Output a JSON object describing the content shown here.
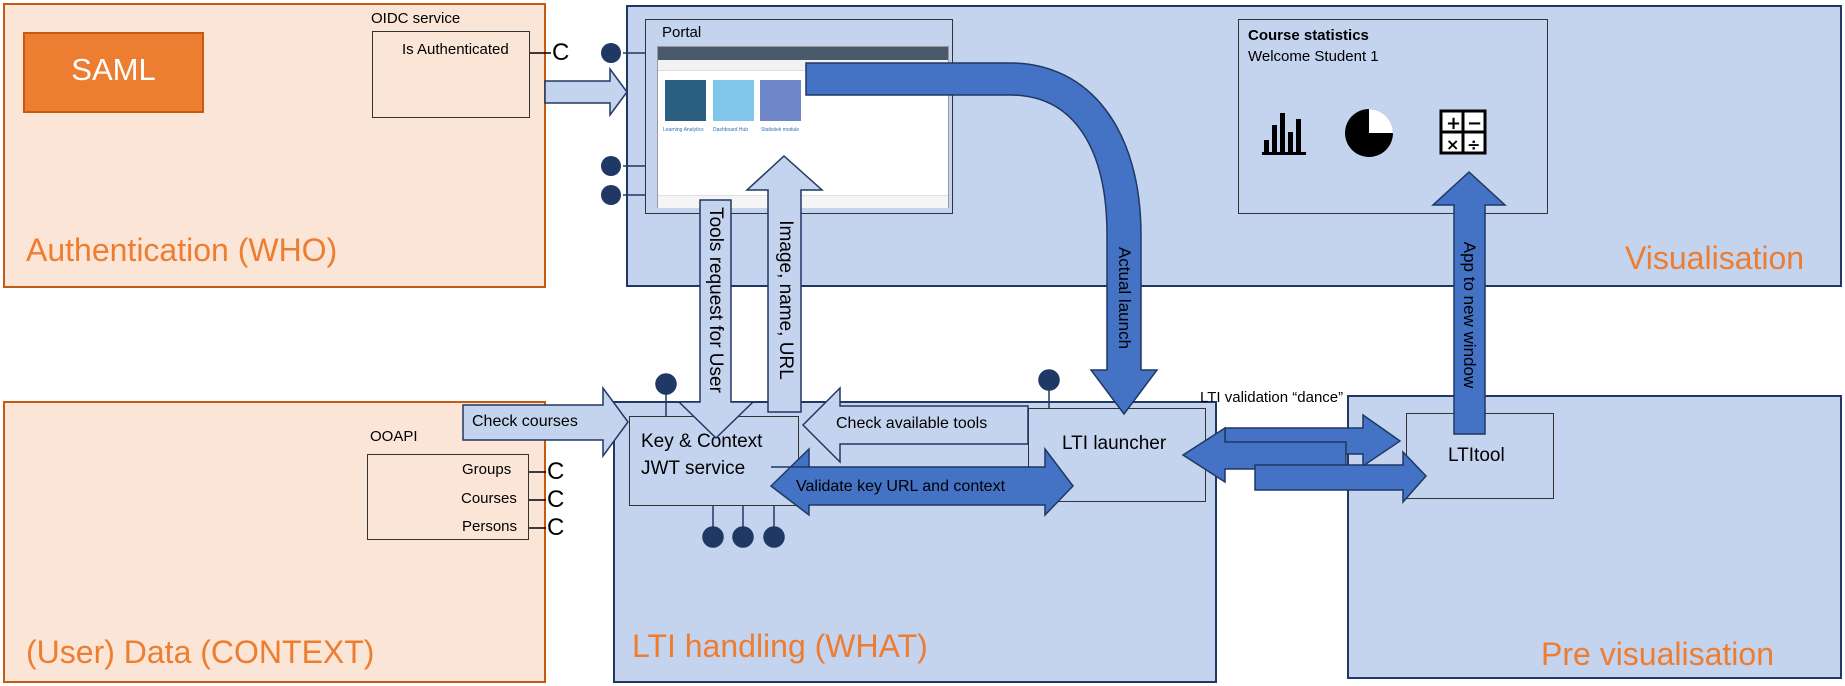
{
  "zones": {
    "authentication": "Authentication (WHO)",
    "user_data": "(User) Data (CONTEXT)",
    "visualisation": "Visualisation",
    "lti_handling": "LTI handling (WHAT)",
    "pre_visualisation": "Pre visualisation"
  },
  "saml": {
    "label": "SAML"
  },
  "oidc": {
    "title": "OIDC service",
    "item": "Is Authenticated",
    "connector": "C"
  },
  "ooapi": {
    "title": "OOAPI",
    "items": [
      "Groups",
      "Courses",
      "Persons"
    ],
    "connector": "C"
  },
  "portal": {
    "title": "Portal",
    "tiles": [
      "Learning Analytics",
      "Dashboard Hub",
      "Statistiek module"
    ]
  },
  "course_stats": {
    "title": "Course statistics",
    "welcome": "Welcome Student 1",
    "icons": [
      "bar-chart-icon",
      "pie-chart-icon",
      "calculator-icon"
    ]
  },
  "services": {
    "key_context": [
      "Key & Context",
      "JWT service"
    ],
    "lti_launcher": "LTI launcher",
    "lti_tool": "LTItool"
  },
  "arrows": {
    "check_courses": "Check courses",
    "check_tools": "Check available tools",
    "validate": "Validate key URL and context",
    "tools_request": "Tools request for User",
    "image_name_url": "Image, name, URL",
    "actual_launch": "Actual launch",
    "app_new_window": "App to new window",
    "lti_dance": "LTI validation “dance”"
  },
  "colors": {
    "peach_fill": "#fbe5d6",
    "peach_border": "#c55a11",
    "blue_fill": "#c4d3ee",
    "blue_border": "#1f3864",
    "label_orange": "#ed7d31",
    "arrow_blue": "#4472c4",
    "arrow_light": "#c4d3ee"
  }
}
